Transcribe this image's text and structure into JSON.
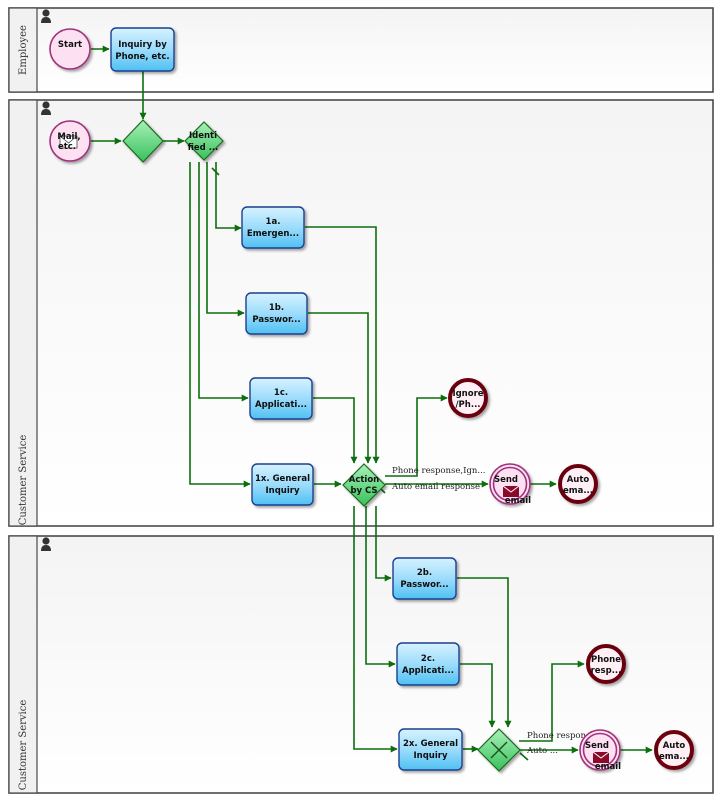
{
  "lanes": [
    {
      "id": "employee",
      "label": "Employee"
    },
    {
      "id": "cs1",
      "label": "Customer Service"
    },
    {
      "id": "cs2",
      "label": "Customer Service"
    }
  ],
  "events": {
    "start": "Start",
    "mail_line1": "Mail,",
    "mail_line2": "etc.",
    "ignore_line1": "Ignore",
    "ignore_line2": "/Ph...",
    "send1_line1": "Send",
    "send1_line2": "email",
    "auto1_line1": "Auto",
    "auto1_line2": "ema...",
    "phone_line1": "Phone",
    "phone_line2": "resp...",
    "send2_line1": "Send",
    "send2_line2": "email",
    "auto2_line1": "Auto",
    "auto2_line2": "ema..."
  },
  "tasks": {
    "inquiry_line1": "Inquiry by",
    "inquiry_line2": "Phone, etc.",
    "t1a_line1": "1a.",
    "t1a_line2": "Emergen...",
    "t1b_line1": "1b.",
    "t1b_line2": "Passwor...",
    "t1c_line1": "1c.",
    "t1c_line2": "Applicati...",
    "t1x_line1": "1x. General",
    "t1x_line2": "Inquiry",
    "t2b_line1": "2b.",
    "t2b_line2": "Passwor...",
    "t2c_line1": "2c.",
    "t2c_line2": "Applicati...",
    "t2x_line1": "2x. General",
    "t2x_line2": "Inquiry"
  },
  "gateways": {
    "identified_line1": "Identi",
    "identified_line2": "fied ...",
    "action_line1": "Action",
    "action_line2": "by CS"
  },
  "flow_labels": {
    "phone1": "Phone response,Ign...",
    "auto1": "Auto email response",
    "phone2": "Phone respons...",
    "auto2": "Auto ..."
  },
  "colors": {
    "flow": "#0d6e0d",
    "task_fill_top": "#d6f2ff",
    "task_fill_bottom": "#5cc6f4",
    "task_border": "#1b3f8f",
    "gateway_fill": "#6ee08c",
    "end_event_border": "#6b0010",
    "start_event_fill": "#fde1f3"
  }
}
